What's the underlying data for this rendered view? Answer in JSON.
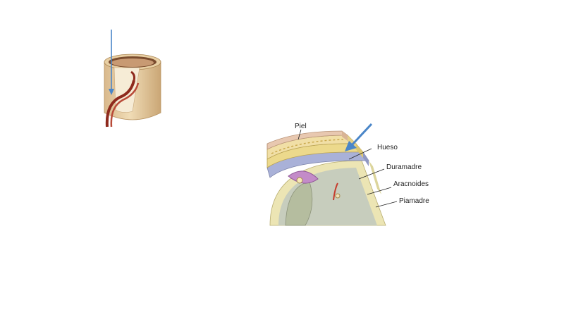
{
  "bone_figure": {
    "icon": "bone-cross-section-illustration"
  },
  "meninges_figure": {
    "icon": "meninges-layers-illustration",
    "labels": {
      "skin": "Piel",
      "bone": "Hueso",
      "dura": "Duramadre",
      "arachnoid": "Aracnoides",
      "pia": "Piamadre"
    }
  },
  "colors": {
    "arrow": "#4a86c8",
    "skin": "#e8c8b0",
    "bone": "#f1dfa6",
    "dura": "#ecd98c",
    "arachnoid": "#a9b1d8",
    "pia": "#ece5b4",
    "brain": "#c7cdbd"
  }
}
